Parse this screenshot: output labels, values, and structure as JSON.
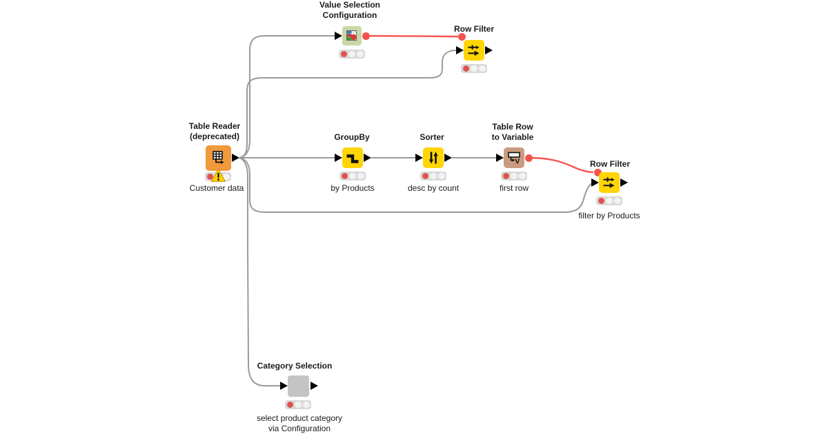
{
  "workflow": {
    "kind": "KNIME workflow canvas",
    "nodes": [
      {
        "id": "table-reader",
        "title": "Table Reader\n(deprecated)",
        "sublabel": "Customer data",
        "icon": "table-reader-icon",
        "color": "#f09a3c",
        "status_lit": "red",
        "has_warning": true
      },
      {
        "id": "value-selection-configuration",
        "title": "Value Selection\nConfiguration",
        "sublabel": "",
        "icon": "value-selection-icon",
        "color": "#c9d8a6",
        "status_lit": "red",
        "has_warning": false
      },
      {
        "id": "row-filter-top",
        "title": "Row Filter",
        "sublabel": "",
        "icon": "row-filter-icon",
        "color": "#ffd504",
        "status_lit": "red",
        "has_warning": false
      },
      {
        "id": "groupby",
        "title": "GroupBy",
        "sublabel": "by Products",
        "icon": "groupby-icon",
        "color": "#ffd504",
        "status_lit": "red",
        "has_warning": false
      },
      {
        "id": "sorter",
        "title": "Sorter",
        "sublabel": "desc by count",
        "icon": "sorter-icon",
        "color": "#ffd504",
        "status_lit": "red",
        "has_warning": false
      },
      {
        "id": "table-row-to-variable",
        "title": "Table Row\nto Variable",
        "sublabel": "first row",
        "icon": "table-row-to-variable-icon",
        "color": "#cb9b80",
        "status_lit": "red",
        "has_warning": false
      },
      {
        "id": "row-filter-right",
        "title": "Row Filter",
        "sublabel": "filter by Products",
        "icon": "row-filter-icon",
        "color": "#ffd504",
        "status_lit": "red",
        "has_warning": false
      },
      {
        "id": "category-selection",
        "title": "Category Selection",
        "sublabel": "select product category\nvia Configuration",
        "icon": "none",
        "color": "#c4c4c4",
        "status_lit": "red",
        "has_warning": false
      }
    ],
    "connections": [
      {
        "from": "Table Reader (deprecated)",
        "to": "Value Selection Configuration",
        "type": "data"
      },
      {
        "from": "Table Reader (deprecated)",
        "to": "Row Filter (top)",
        "type": "data"
      },
      {
        "from": "Table Reader (deprecated)",
        "to": "GroupBy",
        "type": "data"
      },
      {
        "from": "Table Reader (deprecated)",
        "to": "Row Filter (right)",
        "type": "data"
      },
      {
        "from": "Table Reader (deprecated)",
        "to": "Category Selection",
        "type": "data"
      },
      {
        "from": "GroupBy",
        "to": "Sorter",
        "type": "data"
      },
      {
        "from": "Sorter",
        "to": "Table Row to Variable",
        "type": "data"
      },
      {
        "from": "Value Selection Configuration",
        "to": "Row Filter (top)",
        "type": "flow-variable"
      },
      {
        "from": "Table Row to Variable",
        "to": "Row Filter (right)",
        "type": "flow-variable"
      }
    ],
    "colors": {
      "node_yellow": "#ffd504",
      "node_orange": "#f09a3c",
      "node_tan": "#cb9b80",
      "node_gray": "#c4c4c4",
      "node_green": "#c9d8a6",
      "edge_gray": "#9a9a9a",
      "edge_red": "#f4544f",
      "status_red": "#e1524e",
      "warning_yellow": "#ffd105",
      "background": "#ffffff"
    }
  }
}
